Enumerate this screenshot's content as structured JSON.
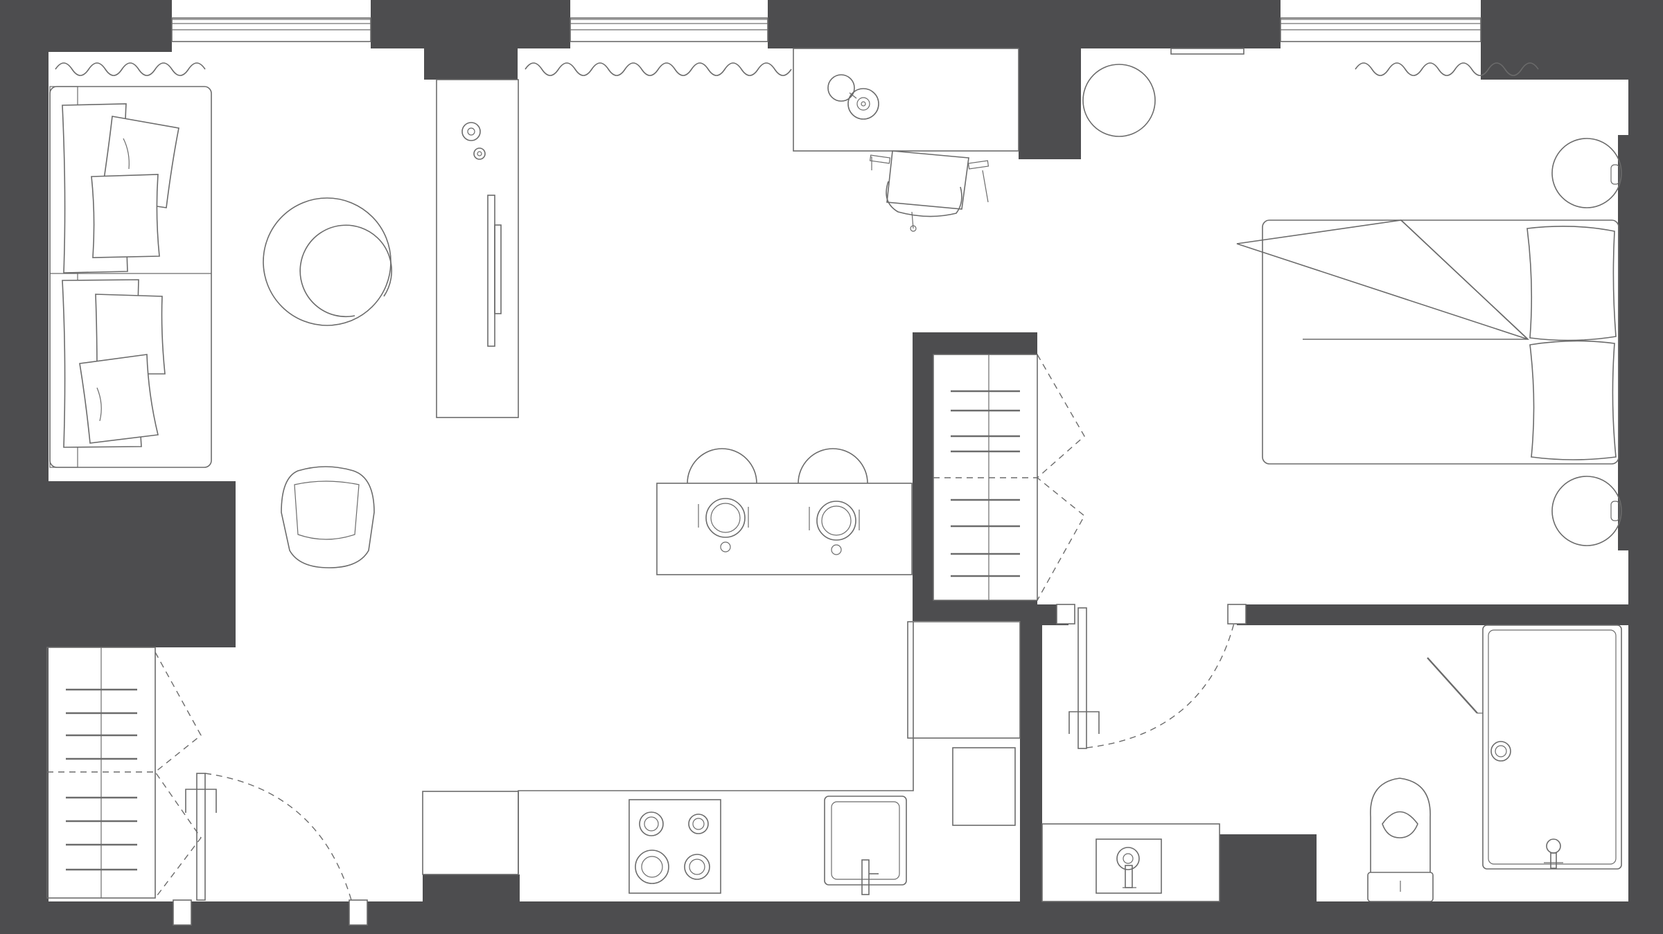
{
  "colors": {
    "wall": "#4d4d4f",
    "line": "#6b6b6b",
    "floor": "#ffffff"
  },
  "fixtures": {
    "living": [
      "sofa",
      "cushion",
      "round-coffee-table",
      "side-table",
      "armchair",
      "tv-unit",
      "media-device-icon",
      "curtain-icon"
    ],
    "office": [
      "desk",
      "office-chair",
      "desk-lamp-icon",
      "round-side-table"
    ],
    "kitchen": [
      "dining-counter",
      "bar-stool",
      "place-setting-icon",
      "kitchen-counter",
      "cooktop",
      "sink",
      "faucet-icon",
      "refrigerator",
      "oven"
    ],
    "bedroom": [
      "double-bed",
      "pillow",
      "folded-duvet",
      "nightstand",
      "wardrobe"
    ],
    "bathroom": [
      "shower",
      "shower-drain-icon",
      "toilet",
      "washbasin",
      "faucet-icon"
    ],
    "doors": [
      "entrance-door",
      "bathroom-door",
      "wardrobe-door"
    ],
    "windows": [
      "window",
      "window",
      "window",
      "window"
    ]
  }
}
